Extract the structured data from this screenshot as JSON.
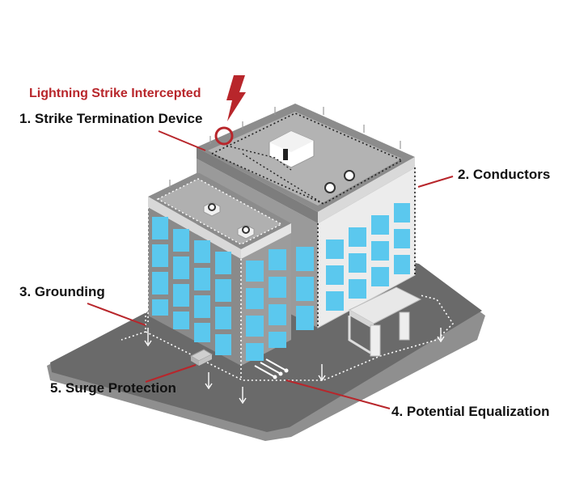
{
  "diagram": {
    "title": "Lightning Strike Intercepted",
    "labels": {
      "strike": "1. Strike Termination Device",
      "conductors": "2. Conductors",
      "grounding": "3. Grounding",
      "equalization": "4. Potential Equalization",
      "surge": "5. Surge Protection"
    },
    "colors": {
      "accent": "#b8262b",
      "window": "#5bc8ee",
      "facade_dark": "#8a8a8a",
      "facade_light": "#ececec",
      "roof": "#a9a9a9",
      "ground": "#6a6a6a"
    },
    "icons": [
      "lightning-bolt-icon",
      "strike-point-ring-icon"
    ]
  }
}
